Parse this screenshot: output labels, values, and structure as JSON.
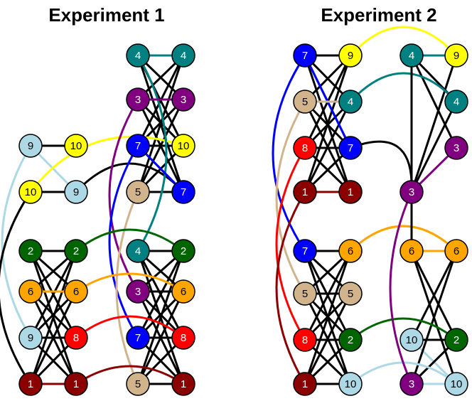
{
  "colors": {
    "teal": "#008080",
    "purple": "#800080",
    "blue": "#0000ff",
    "yellow": "#ffff00",
    "tan": "#d2b48c",
    "lightblue": "#add8e6",
    "darkgreen": "#006400",
    "orange": "#ffa500",
    "red": "#ff0000",
    "darkred": "#8b0000",
    "black": "#000000"
  },
  "panels": [
    {
      "title": "Experiment 1",
      "nodes": [
        {
          "id": "a9",
          "label": "9",
          "color": "lightblue"
        },
        {
          "id": "a10",
          "label": "10",
          "color": "yellow"
        },
        {
          "id": "b10",
          "label": "10",
          "color": "yellow"
        },
        {
          "id": "b9",
          "label": "9",
          "color": "lightblue"
        },
        {
          "id": "c2",
          "label": "2",
          "color": "darkgreen"
        },
        {
          "id": "c6",
          "label": "6",
          "color": "orange"
        },
        {
          "id": "c9",
          "label": "9",
          "color": "lightblue"
        },
        {
          "id": "c1",
          "label": "1",
          "color": "darkred"
        },
        {
          "id": "d2",
          "label": "2",
          "color": "darkgreen"
        },
        {
          "id": "d6",
          "label": "6",
          "color": "orange"
        },
        {
          "id": "d8",
          "label": "8",
          "color": "red"
        },
        {
          "id": "d1",
          "label": "1",
          "color": "darkred"
        },
        {
          "id": "e4",
          "label": "4",
          "color": "teal"
        },
        {
          "id": "e3",
          "label": "3",
          "color": "purple"
        },
        {
          "id": "e7",
          "label": "7",
          "color": "blue"
        },
        {
          "id": "e5",
          "label": "5",
          "color": "tan"
        },
        {
          "id": "f4",
          "label": "4",
          "color": "teal"
        },
        {
          "id": "f3",
          "label": "3",
          "color": "purple"
        },
        {
          "id": "f10",
          "label": "10",
          "color": "yellow"
        },
        {
          "id": "f7",
          "label": "7",
          "color": "blue"
        },
        {
          "id": "g4",
          "label": "4",
          "color": "teal"
        },
        {
          "id": "g3",
          "label": "3",
          "color": "purple"
        },
        {
          "id": "g7",
          "label": "7",
          "color": "blue"
        },
        {
          "id": "g5",
          "label": "5",
          "color": "tan"
        },
        {
          "id": "h2",
          "label": "2",
          "color": "darkgreen"
        },
        {
          "id": "h6",
          "label": "6",
          "color": "orange"
        },
        {
          "id": "h8",
          "label": "8",
          "color": "red"
        },
        {
          "id": "h1",
          "label": "1",
          "color": "darkred"
        }
      ]
    },
    {
      "title": "Experiment 2",
      "nodes": [
        {
          "id": "a7",
          "label": "7",
          "color": "blue"
        },
        {
          "id": "a5",
          "label": "5",
          "color": "tan"
        },
        {
          "id": "a8",
          "label": "8",
          "color": "red"
        },
        {
          "id": "a1",
          "label": "1",
          "color": "darkred"
        },
        {
          "id": "b9",
          "label": "9",
          "color": "yellow"
        },
        {
          "id": "b4",
          "label": "4",
          "color": "teal"
        },
        {
          "id": "b7",
          "label": "7",
          "color": "blue"
        },
        {
          "id": "b1",
          "label": "1",
          "color": "darkred"
        },
        {
          "id": "c7",
          "label": "7",
          "color": "blue"
        },
        {
          "id": "c5",
          "label": "5",
          "color": "tan"
        },
        {
          "id": "c8",
          "label": "8",
          "color": "red"
        },
        {
          "id": "c1",
          "label": "1",
          "color": "darkred"
        },
        {
          "id": "d6",
          "label": "6",
          "color": "orange"
        },
        {
          "id": "d5",
          "label": "5",
          "color": "tan"
        },
        {
          "id": "d2",
          "label": "2",
          "color": "darkgreen"
        },
        {
          "id": "d10",
          "label": "10",
          "color": "lightblue"
        },
        {
          "id": "e4",
          "label": "4",
          "color": "teal"
        },
        {
          "id": "e3",
          "label": "3",
          "color": "purple"
        },
        {
          "id": "f9",
          "label": "9",
          "color": "yellow"
        },
        {
          "id": "f4",
          "label": "4",
          "color": "teal"
        },
        {
          "id": "f3",
          "label": "3",
          "color": "purple"
        },
        {
          "id": "g6",
          "label": "6",
          "color": "orange"
        },
        {
          "id": "g10",
          "label": "10",
          "color": "lightblue"
        },
        {
          "id": "g3",
          "label": "3",
          "color": "purple"
        },
        {
          "id": "h6",
          "label": "6",
          "color": "orange"
        },
        {
          "id": "h2",
          "label": "2",
          "color": "darkgreen"
        },
        {
          "id": "h10",
          "label": "10",
          "color": "lightblue"
        }
      ]
    }
  ]
}
